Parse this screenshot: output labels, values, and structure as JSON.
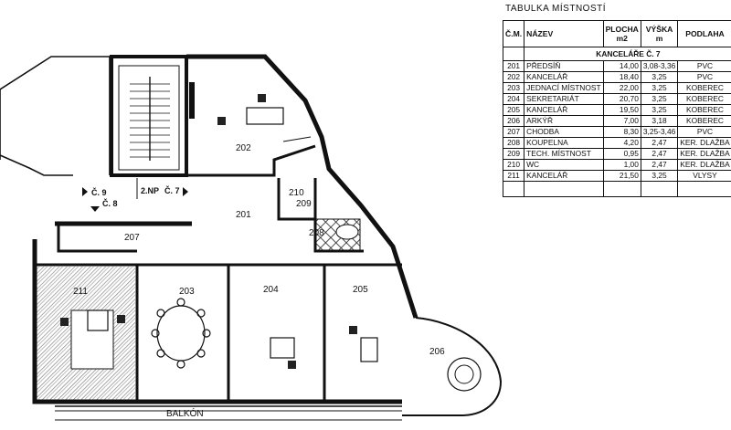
{
  "table": {
    "title": "TABULKA MÍSTNOSTÍ",
    "headers": {
      "num": "Č.M.",
      "name": "NÁZEV",
      "area": "PLOCHA",
      "area_unit": "m2",
      "height": "VÝŠKA",
      "height_unit": "m",
      "floor": "PODLAHA"
    },
    "section": "KANCELÁŘE Č. 7",
    "rows": [
      {
        "num": "201",
        "name": "PŘEDSÍŇ",
        "area": "14,00",
        "height": "3,08-3,36",
        "floor": "PVC"
      },
      {
        "num": "202",
        "name": "KANCELÁŘ",
        "area": "18,40",
        "height": "3,25",
        "floor": "PVC"
      },
      {
        "num": "203",
        "name": "JEDNACÍ MÍSTNOST",
        "area": "22,00",
        "height": "3,25",
        "floor": "KOBEREC"
      },
      {
        "num": "204",
        "name": "SEKRETARIÁT",
        "area": "20,70",
        "height": "3,25",
        "floor": "KOBEREC"
      },
      {
        "num": "205",
        "name": "KANCELÁŘ",
        "area": "19,50",
        "height": "3,25",
        "floor": "KOBEREC"
      },
      {
        "num": "206",
        "name": "ARKÝŘ",
        "area": "7,00",
        "height": "3,18",
        "floor": "KOBEREC"
      },
      {
        "num": "207",
        "name": "CHODBA",
        "area": "8,30",
        "height": "3,25-3,46",
        "floor": "PVC"
      },
      {
        "num": "208",
        "name": "KOUPELNA",
        "area": "4,20",
        "height": "2,47",
        "floor": "KER. DLAŽBA"
      },
      {
        "num": "209",
        "name": "TECH. MÍSTNOST",
        "area": "0,95",
        "height": "2,47",
        "floor": "KER. DLAŽBA"
      },
      {
        "num": "210",
        "name": "WC",
        "area": "1,00",
        "height": "2,47",
        "floor": "KER. DLAŽBA"
      },
      {
        "num": "211",
        "name": "KANCELÁŘ",
        "area": "21,50",
        "height": "3,25",
        "floor": "VLYSY"
      }
    ]
  },
  "plan": {
    "rooms": {
      "r201": "201",
      "r202": "202",
      "r203": "203",
      "r204": "204",
      "r205": "205",
      "r206": "206",
      "r207": "207",
      "r208": "208",
      "r209": "209",
      "r210": "210",
      "r211": "211"
    },
    "floor_label": "2.NP",
    "unit_9": "Č. 9",
    "unit_8": "Č. 8",
    "unit_7": "Č. 7",
    "balcony": "BALKÓN"
  }
}
